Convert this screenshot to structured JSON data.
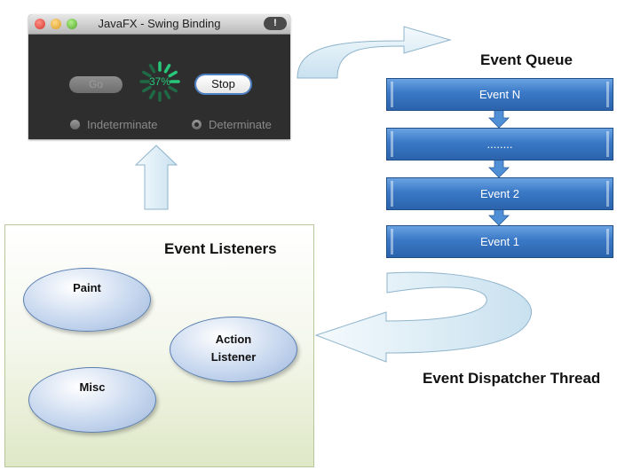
{
  "window": {
    "title": "JavaFX - Swing Binding",
    "warning_icon": "!",
    "go_label": "Go",
    "stop_label": "Stop",
    "progress_text": "37%",
    "progress_fraction": 0.37,
    "radio_indeterminate": "Indeterminate",
    "radio_determinate": "Determinate",
    "selected_radio": "Determinate"
  },
  "queue": {
    "title": "Event Queue",
    "items": [
      "Event N",
      "........",
      "Event 2",
      "Event 1"
    ]
  },
  "listeners": {
    "title": "Event Listeners",
    "paint": "Paint",
    "action_line1": "Action",
    "action_line2": "Listener",
    "misc": "Misc"
  },
  "dispatcher": {
    "label": "Event Dispatcher Thread"
  },
  "colors": {
    "queue_box": "#3a78c6",
    "arrow_fill": "#dcecf5",
    "arrow_stroke": "#8fb4cc",
    "progress_green": "#27c879"
  }
}
